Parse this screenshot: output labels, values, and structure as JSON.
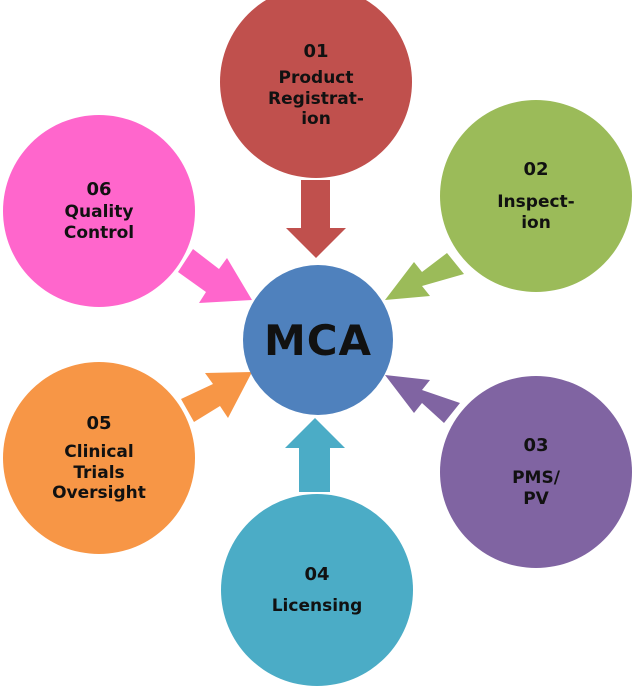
{
  "center": {
    "label": "MCA",
    "color": "#4f81bd"
  },
  "nodes": [
    {
      "num": "01",
      "lines": [
        "Product",
        "Registrat-",
        "ion"
      ],
      "color": "#c0504d"
    },
    {
      "num": "02",
      "lines": [
        "Inspect-",
        "ion"
      ],
      "color": "#9bbb59"
    },
    {
      "num": "03",
      "lines": [
        "PMS/",
        "PV"
      ],
      "color": "#8064a2"
    },
    {
      "num": "04",
      "lines": [
        "Licensing"
      ],
      "color": "#4bacc6"
    },
    {
      "num": "05",
      "lines": [
        "Clinical",
        "Trials",
        "Oversight"
      ],
      "color": "#f79646"
    },
    {
      "num": "06",
      "lines": [
        "Quality",
        "Control"
      ],
      "color": "#ff66cc"
    }
  ]
}
